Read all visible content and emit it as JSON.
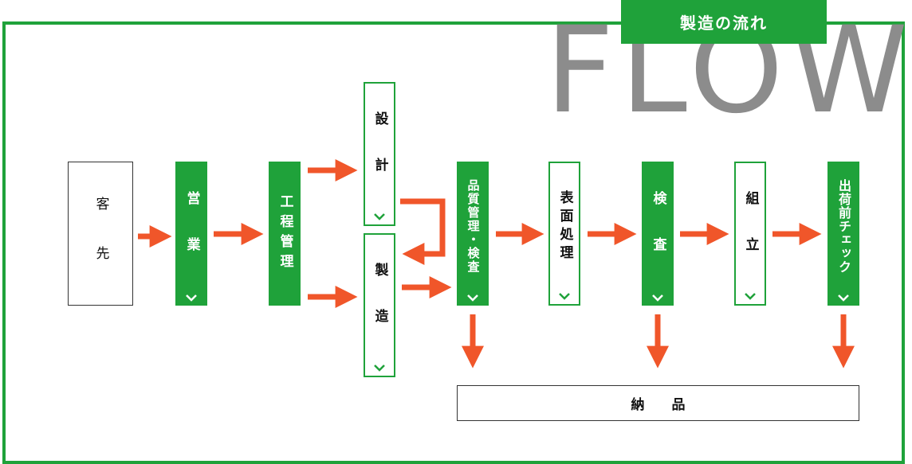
{
  "header": {
    "tab_label": "製造の流れ",
    "watermark": "FLOW"
  },
  "nodes": {
    "customer": "客　先",
    "sales": "営　業",
    "process_mgmt": "工程管理",
    "design": "設　計",
    "manufacturing": "製　造",
    "quality": "品質管理・検査",
    "surface": "表面処理",
    "inspection": "検　査",
    "assembly": "組　立",
    "preship": "出荷前チェック",
    "delivery": "納　　品"
  },
  "colors": {
    "green": "#1fa23a",
    "arrow": "#f0562a",
    "watermark": "#8c8c8c"
  }
}
